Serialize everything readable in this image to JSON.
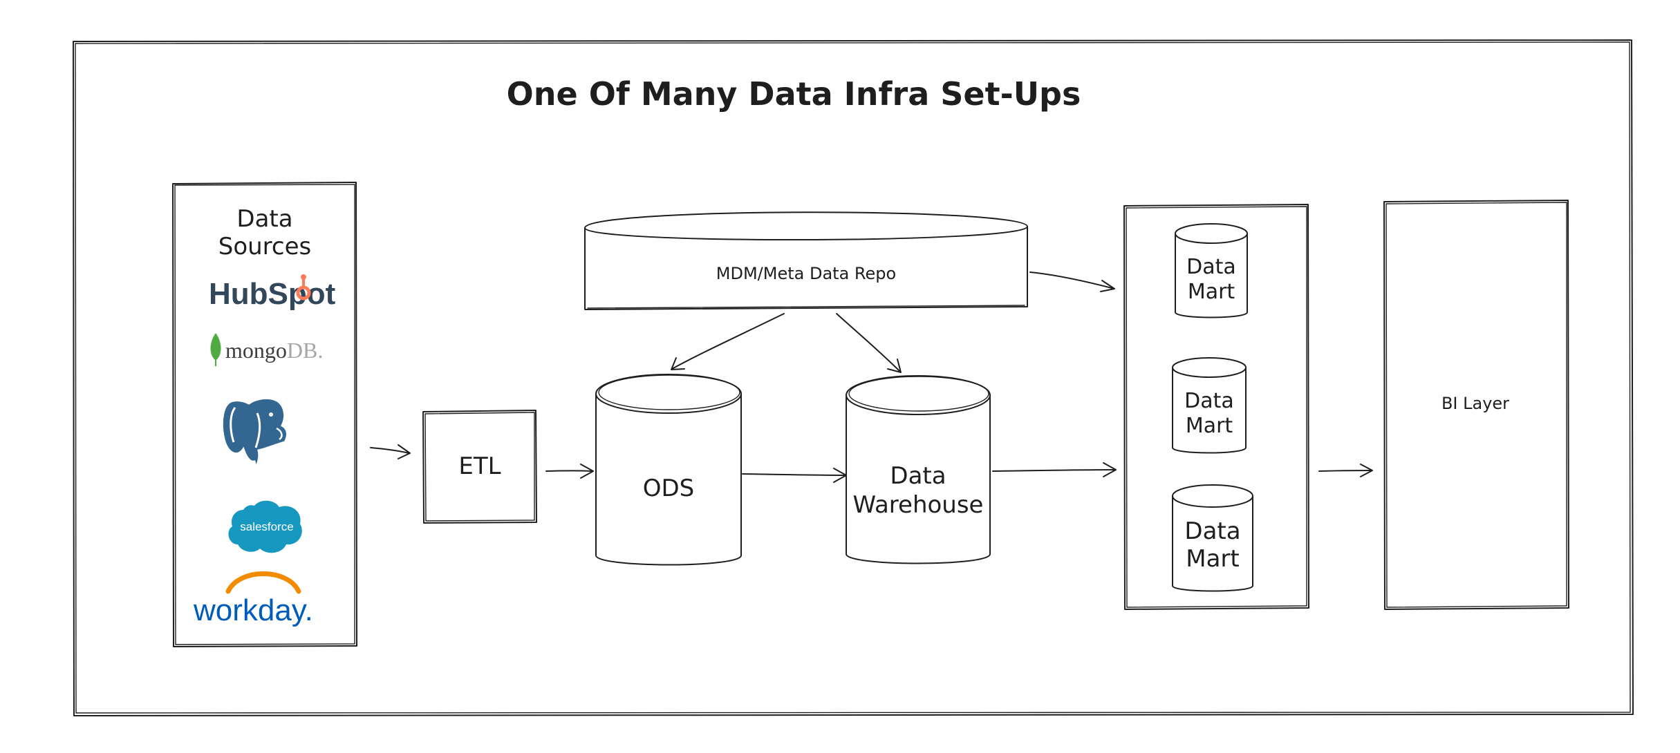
{
  "title": "One Of Many Data Infra Set-Ups",
  "sources": {
    "heading_line1": "Data",
    "heading_line2": "Sources",
    "logos": {
      "hubspot": "HubSpot",
      "mongodb_prefix": "mongo",
      "mongodb_suffix": "DB.",
      "salesforce": "salesforce",
      "workday": "workday."
    },
    "icon_names": [
      "hubspot-icon",
      "mongodb-leaf-icon",
      "postgresql-elephant-icon",
      "salesforce-cloud-icon",
      "workday-arc-icon"
    ]
  },
  "nodes": {
    "etl": "ETL",
    "ods": "ODS",
    "warehouse_line1": "Data",
    "warehouse_line2": "Warehouse",
    "mdm": "MDM/Meta Data Repo",
    "mart_line1": "Data",
    "mart_line2": "Mart",
    "bi": "BI Layer"
  },
  "colors": {
    "ink": "#1e1e1e",
    "hubspot_navy": "#33475b",
    "hubspot_orange": "#ff7a59",
    "mongodb_green": "#4faa41",
    "mongodb_text": "#3d3d3d",
    "mongodb_db": "#a6a6a6",
    "postgres_blue": "#336791",
    "salesforce_blue": "#1798c1",
    "workday_blue": "#005cb9",
    "workday_orange": "#f38b00"
  }
}
